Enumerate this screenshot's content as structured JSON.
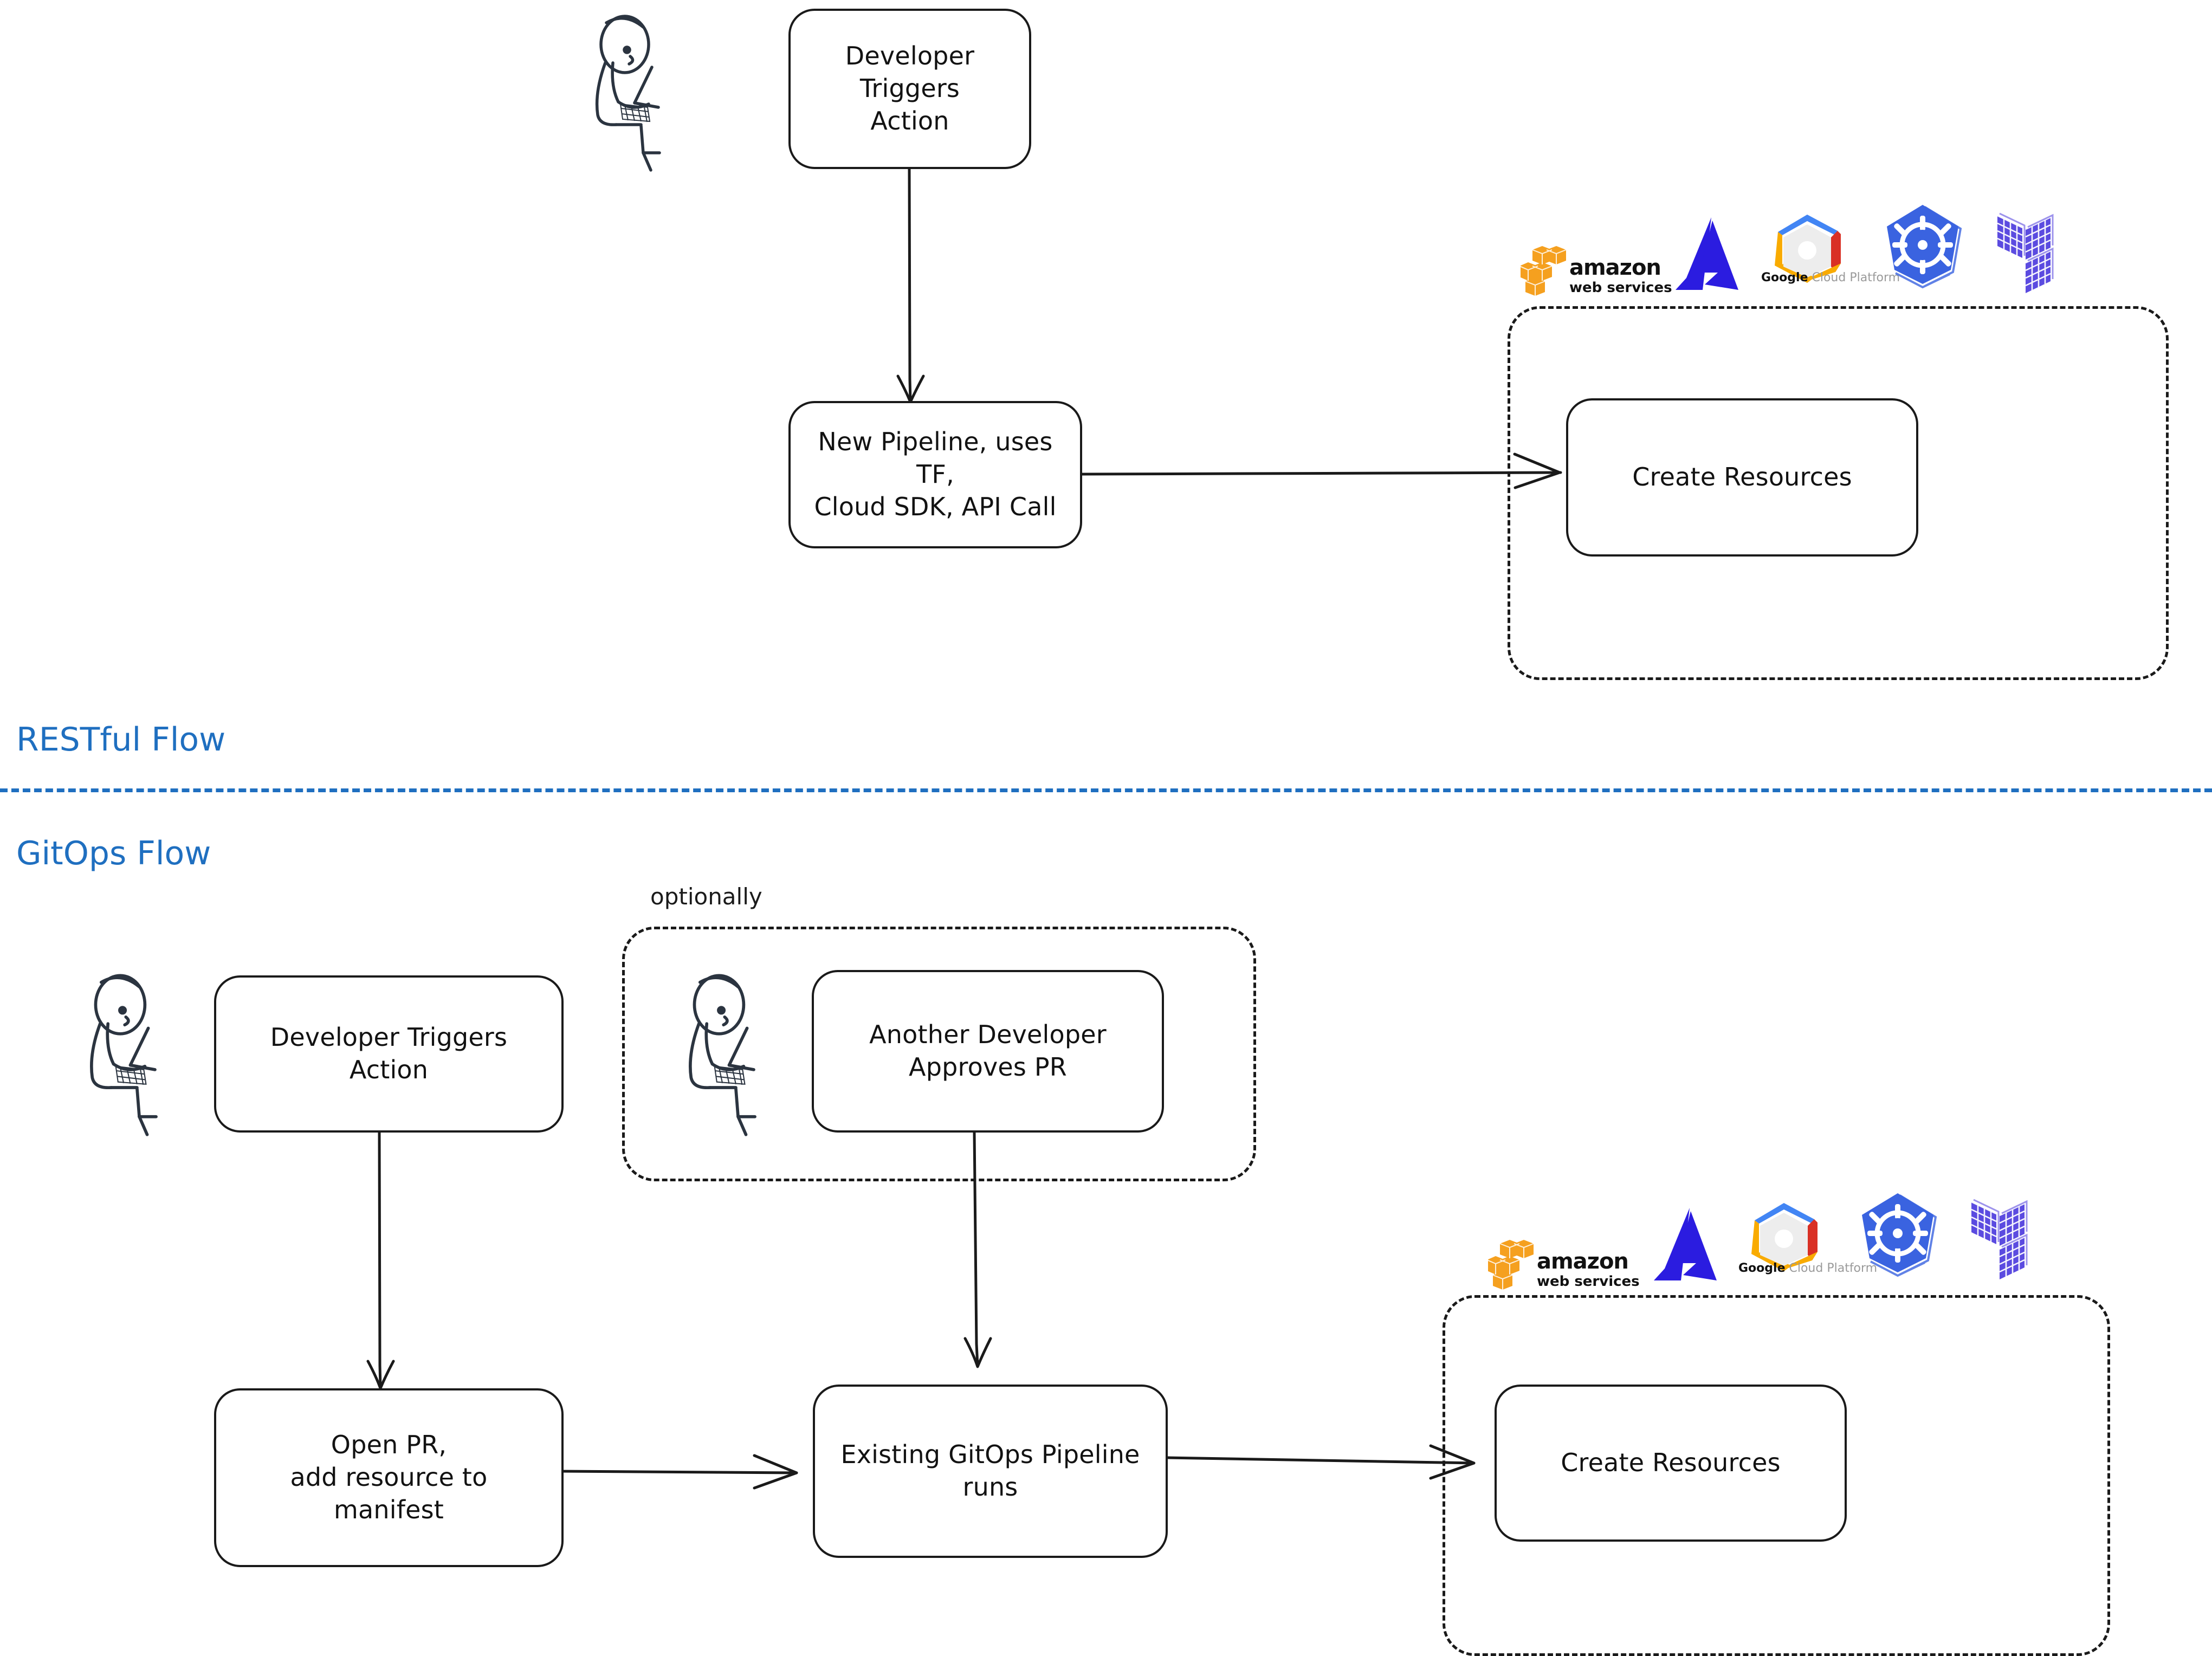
{
  "diagram": {
    "title_visible": false,
    "accent_color": "#1f6fc0",
    "ink_color": "#1a1a1a",
    "sections": [
      {
        "id": "restful",
        "label": "RESTful Flow"
      },
      {
        "id": "gitops",
        "label": "GitOps Flow"
      }
    ],
    "divider": {
      "style": "dashed",
      "color": "#1f6fc0"
    }
  },
  "restful_flow": {
    "label": "RESTful Flow",
    "nodes": [
      {
        "id": "dev-triggers-action-top",
        "text": "Developer Triggers\nAction"
      },
      {
        "id": "new-pipeline",
        "text": "New Pipeline, uses TF,\nCloud SDK, API Call"
      },
      {
        "id": "create-resources-top",
        "text": "Create Resources"
      }
    ],
    "actor": {
      "id": "developer-top",
      "kind": "stick-figure-with-laptop"
    },
    "cloud_group": {
      "id": "cloud-providers-group-top",
      "style": "dashed",
      "logos": [
        {
          "name": "aws-logo",
          "label": "amazon web services",
          "color": "#F5A01F"
        },
        {
          "name": "azure-logo",
          "label": "Azure",
          "color": "#2B1CE0"
        },
        {
          "name": "gcp-logo",
          "label": "Google Cloud Platform",
          "color": "#4285F4"
        },
        {
          "name": "kubernetes-logo",
          "label": "Kubernetes",
          "color": "#3A63E0"
        },
        {
          "name": "terraform-logo",
          "label": "Terraform",
          "color": "#5B4BE0"
        }
      ]
    },
    "edges": [
      {
        "from": "dev-triggers-action-top",
        "to": "new-pipeline",
        "direction": "down"
      },
      {
        "from": "new-pipeline",
        "to": "create-resources-top",
        "direction": "right"
      }
    ]
  },
  "gitops_flow": {
    "label": "GitOps Flow",
    "optional_label": "optionally",
    "nodes": [
      {
        "id": "dev-triggers-action-bottom",
        "text": "Developer Triggers\nAction"
      },
      {
        "id": "another-dev-approves-pr",
        "text": "Another Developer\nApproves PR"
      },
      {
        "id": "open-pr",
        "text": "Open PR,\nadd resource to\nmanifest"
      },
      {
        "id": "existing-gitops-pipeline",
        "text": "Existing GitOps Pipeline\nruns"
      },
      {
        "id": "create-resources-bottom",
        "text": "Create Resources"
      }
    ],
    "actors": [
      {
        "id": "developer-bottom-left",
        "kind": "stick-figure-with-laptop"
      },
      {
        "id": "developer-approver",
        "kind": "stick-figure-with-laptop"
      }
    ],
    "optional_group": {
      "id": "optionally-group",
      "style": "dashed"
    },
    "cloud_group": {
      "id": "cloud-providers-group-bottom",
      "style": "dashed",
      "logos": [
        {
          "name": "aws-logo",
          "label": "amazon web services",
          "color": "#F5A01F"
        },
        {
          "name": "azure-logo",
          "label": "Azure",
          "color": "#2B1CE0"
        },
        {
          "name": "gcp-logo",
          "label": "Google Cloud Platform",
          "color": "#4285F4"
        },
        {
          "name": "kubernetes-logo",
          "label": "Kubernetes",
          "color": "#3A63E0"
        },
        {
          "name": "terraform-logo",
          "label": "Terraform",
          "color": "#5B4BE0"
        }
      ]
    },
    "edges": [
      {
        "from": "dev-triggers-action-bottom",
        "to": "open-pr",
        "direction": "down"
      },
      {
        "from": "open-pr",
        "to": "existing-gitops-pipeline",
        "direction": "right"
      },
      {
        "from": "another-dev-approves-pr",
        "to": "existing-gitops-pipeline",
        "direction": "down"
      },
      {
        "from": "existing-gitops-pipeline",
        "to": "create-resources-bottom",
        "direction": "right"
      }
    ]
  },
  "logo_text": {
    "aws_line1": "amazon",
    "aws_line2": "web services",
    "gcp_bold": "Google",
    "gcp_rest": " Cloud Platform"
  }
}
